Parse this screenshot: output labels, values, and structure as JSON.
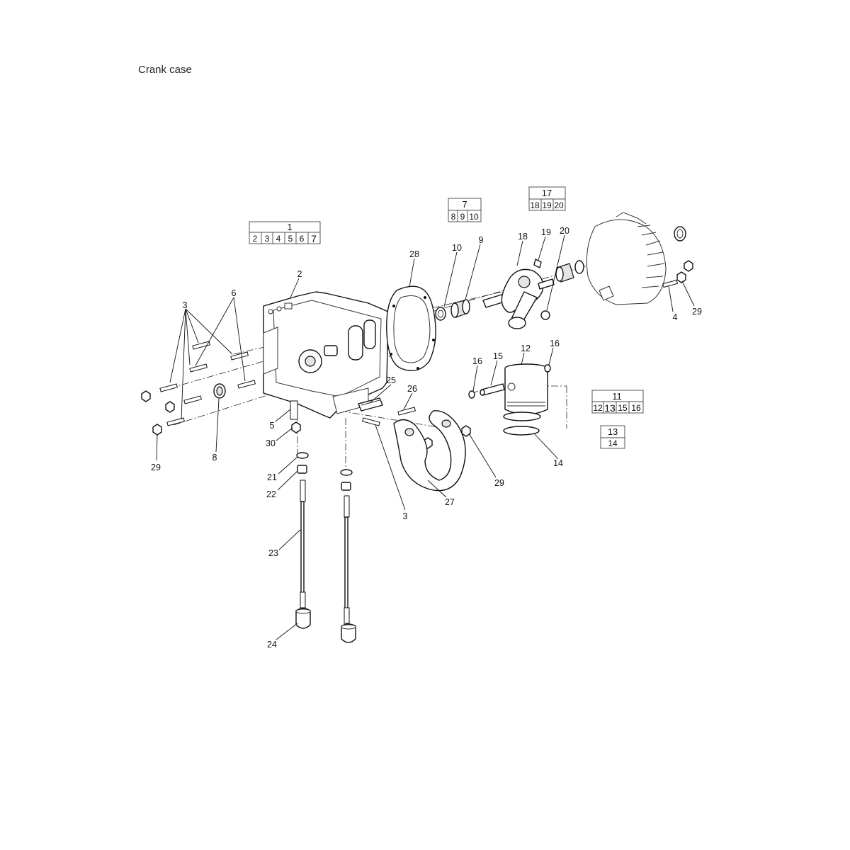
{
  "title": "Crank case",
  "group_boxes": [
    {
      "id": "g1",
      "main": "1",
      "subs": [
        "2",
        "3",
        "4",
        "5",
        "6",
        "7"
      ]
    },
    {
      "id": "g7",
      "main": "7",
      "subs": [
        "8",
        "9",
        "10"
      ]
    },
    {
      "id": "g17",
      "main": "17",
      "subs": [
        "18",
        "19",
        "20"
      ]
    },
    {
      "id": "g11",
      "main": "11",
      "subs": [
        "12",
        "13",
        "15",
        "16"
      ]
    },
    {
      "id": "g13",
      "main": "13",
      "subs": [
        "14"
      ]
    }
  ],
  "callouts": [
    {
      "id": "c2",
      "text": "2"
    },
    {
      "id": "c3a",
      "text": "3"
    },
    {
      "id": "c6",
      "text": "6"
    },
    {
      "id": "c28",
      "text": "28"
    },
    {
      "id": "c10",
      "text": "10"
    },
    {
      "id": "c9",
      "text": "9"
    },
    {
      "id": "c18",
      "text": "18"
    },
    {
      "id": "c19",
      "text": "19"
    },
    {
      "id": "c20",
      "text": "20"
    },
    {
      "id": "c4",
      "text": "4"
    },
    {
      "id": "c29r",
      "text": "29"
    },
    {
      "id": "c12",
      "text": "12"
    },
    {
      "id": "c15",
      "text": "15"
    },
    {
      "id": "c16a",
      "text": "16"
    },
    {
      "id": "c16b",
      "text": "16"
    },
    {
      "id": "c25",
      "text": "25"
    },
    {
      "id": "c26",
      "text": "26"
    },
    {
      "id": "c5",
      "text": "5"
    },
    {
      "id": "c30",
      "text": "30"
    },
    {
      "id": "c8",
      "text": "8"
    },
    {
      "id": "c29l",
      "text": "29"
    },
    {
      "id": "c21",
      "text": "21"
    },
    {
      "id": "c22",
      "text": "22"
    },
    {
      "id": "c23",
      "text": "23"
    },
    {
      "id": "c24",
      "text": "24"
    },
    {
      "id": "c3b",
      "text": "3"
    },
    {
      "id": "c27",
      "text": "27"
    },
    {
      "id": "c29m",
      "text": "29"
    },
    {
      "id": "c14",
      "text": "14"
    }
  ]
}
